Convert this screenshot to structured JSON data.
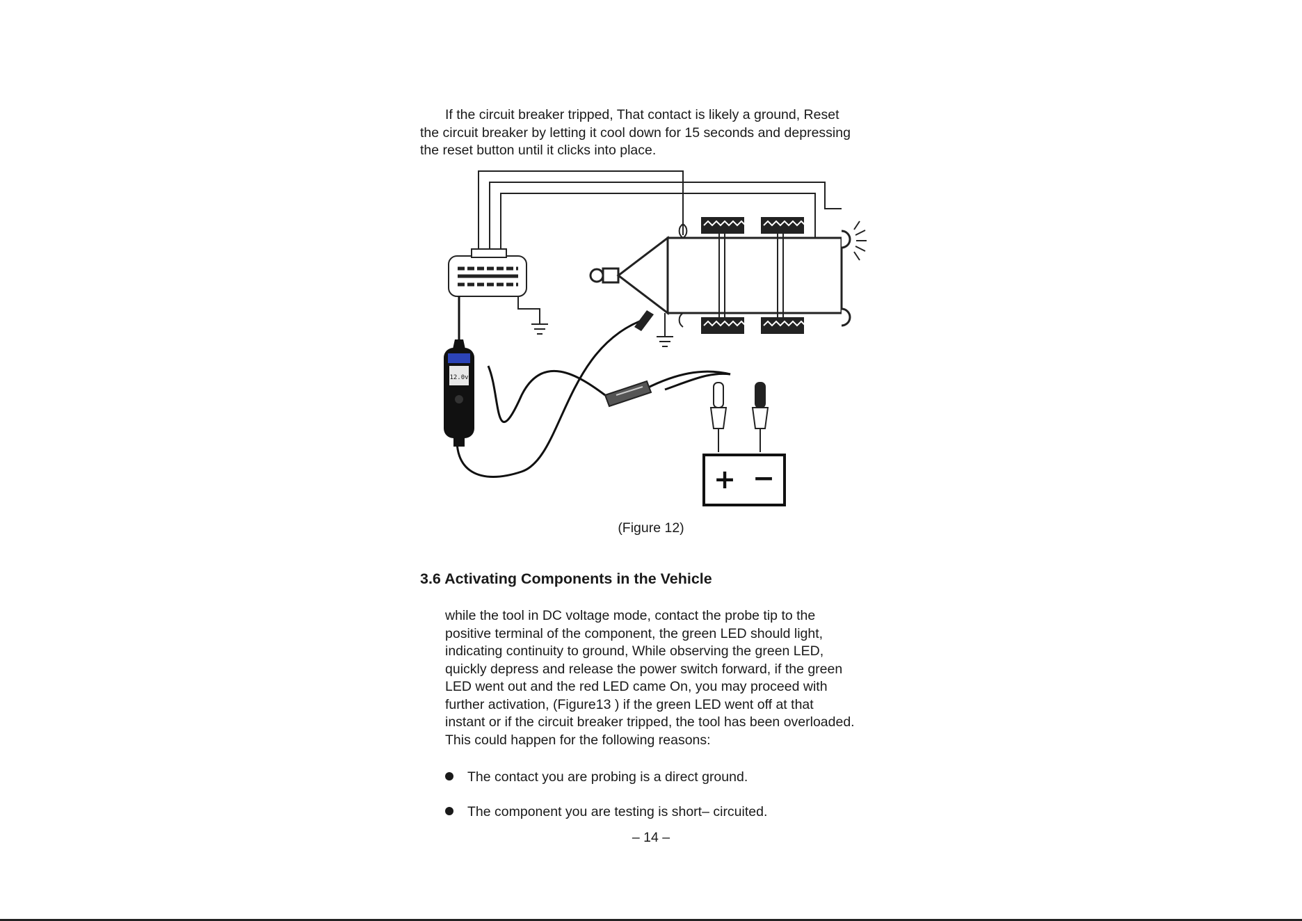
{
  "intro": {
    "lines": [
      "If the circuit breaker tripped, That contact is likely a ground, Reset",
      "the circuit breaker by letting it cool down for 15 seconds and depressing",
      "the reset button until it clicks into place."
    ]
  },
  "figure": {
    "caption": "(Figure 12)",
    "tester_display": "12.0v",
    "battery_plus": "+",
    "battery_minus": "−"
  },
  "section": {
    "heading": "3.6 Activating Components in the Vehicle",
    "lines": [
      "while the tool in DC voltage mode, contact the probe tip to the",
      "positive terminal of the component, the green LED should light,",
      "indicating continuity to ground, While observing the green LED,",
      "quickly depress and release the power switch forward, if the green",
      "LED went out and the red LED came On, you may proceed with",
      "further activation, (Figure13 ) if the green LED went off at that",
      "instant or if the circuit breaker tripped, the tool has been overloaded.",
      "This could happen for the following reasons:"
    ],
    "bullets": [
      "The contact you are probing is a direct ground.",
      "The component you are testing is short– circuited."
    ]
  },
  "page_number": "– 14 –"
}
